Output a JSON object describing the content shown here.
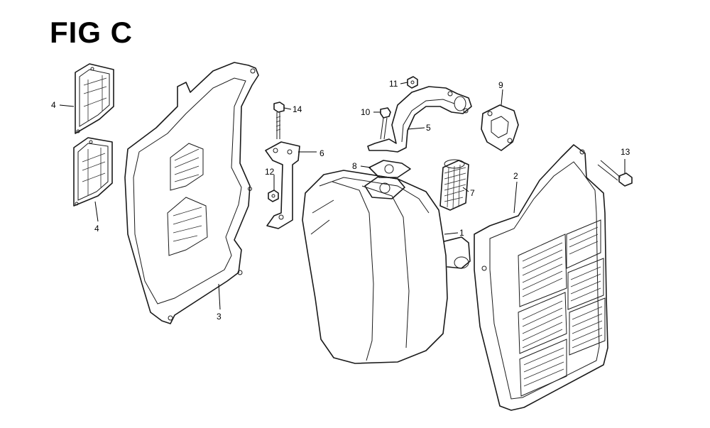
{
  "figure": {
    "title": "FIG C"
  },
  "callouts": [
    {
      "id": "c1",
      "label": "1"
    },
    {
      "id": "c2",
      "label": "2"
    },
    {
      "id": "c3",
      "label": "3"
    },
    {
      "id": "c4a",
      "label": "4"
    },
    {
      "id": "c4b",
      "label": "4"
    },
    {
      "id": "c5",
      "label": "5"
    },
    {
      "id": "c6",
      "label": "6"
    },
    {
      "id": "c7",
      "label": "7"
    },
    {
      "id": "c8",
      "label": "8"
    },
    {
      "id": "c9",
      "label": "9"
    },
    {
      "id": "c10",
      "label": "10"
    },
    {
      "id": "c11",
      "label": "11"
    },
    {
      "id": "c12",
      "label": "12"
    },
    {
      "id": "c13",
      "label": "13"
    },
    {
      "id": "c14",
      "label": "14"
    }
  ],
  "colors": {
    "ink": "#1a1a1a",
    "background": "#ffffff"
  }
}
